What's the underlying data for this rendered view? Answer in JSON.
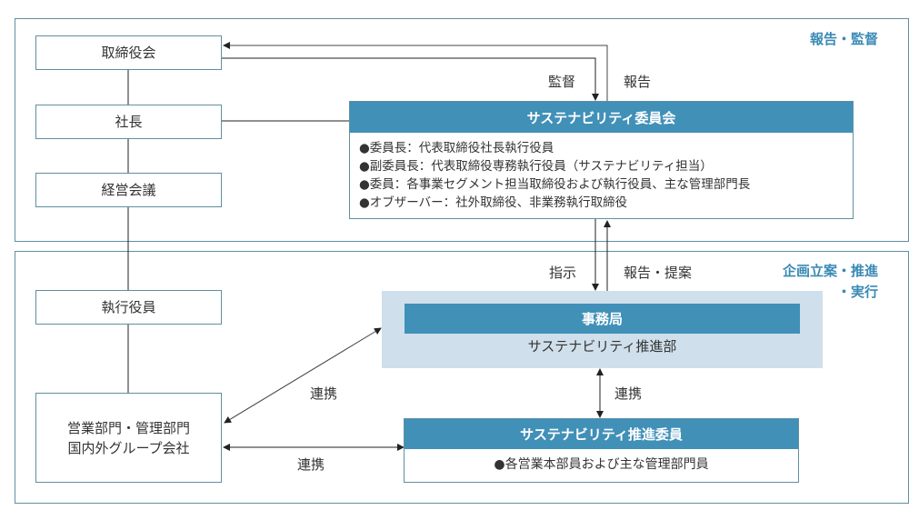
{
  "panels": {
    "top_label": "報告・監督",
    "bottom_label_line1": "企画立案・推進",
    "bottom_label_line2": "・実行"
  },
  "left_column": {
    "board": "取締役会",
    "president": "社長",
    "management_meeting": "経営会議",
    "executive_officers": "執行役員",
    "departments_line1": "営業部門・管理部門",
    "departments_line2": "国内外グループ会社"
  },
  "committee": {
    "title": "サステナビリティ委員会",
    "members": [
      "●委員長：代表取締役社長執行役員",
      "●副委員長：代表取締役専務執行役員（サステナビリティ担当）",
      "●委員：各事業セグメント担当取締役および執行役員、主な管理部門長",
      "●オブザーバー：社外取締役、非業務執行取締役"
    ]
  },
  "secretariat": {
    "title": "事務局",
    "department": "サステナビリティ推進部"
  },
  "promotion_members": {
    "title": "サステナビリティ推進委員",
    "description": "●各営業本部員および主な管理部門員"
  },
  "arrow_labels": {
    "supervision": "監督",
    "report": "報告",
    "instruction": "指示",
    "report_proposal": "報告・提案",
    "cooperation_diagonal": "連携",
    "cooperation_horizontal": "連携",
    "cooperation_vertical": "連携"
  }
}
